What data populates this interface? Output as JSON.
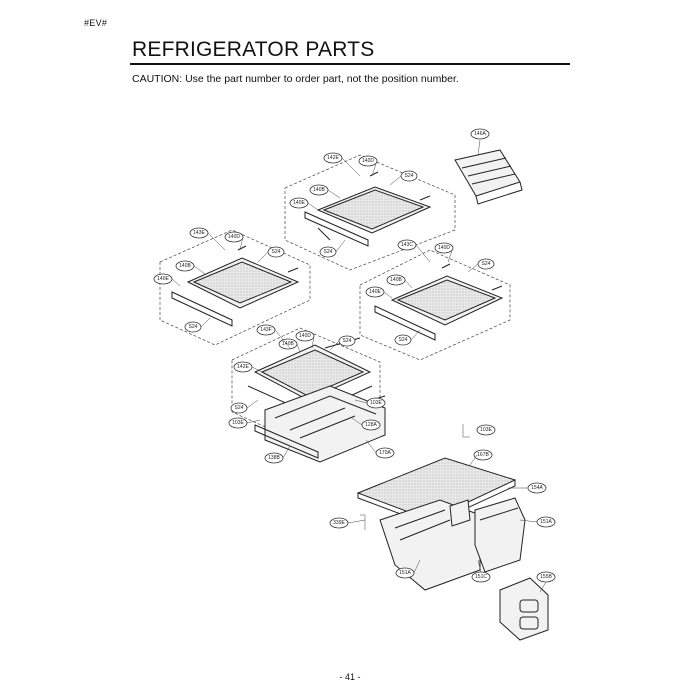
{
  "header_tag": "#EV#",
  "title": "REFRIGERATOR PARTS",
  "caution": "CAUTION: Use the part number to order part, not the position number.",
  "page_number": "- 41 -",
  "labels": {
    "l146a": "146A",
    "s1_142e": "142E",
    "s1_140d": "140D",
    "s1_s24a": "S24",
    "s1_140b": "140B",
    "s1_140e": "140E",
    "s1_s24b": "S24",
    "s2_143e": "143E",
    "s2_140d": "140D",
    "s2_s24a": "S24",
    "s2_140b": "140B",
    "s2_140e": "140E",
    "s2_s24b": "S24",
    "s3_143c": "143C",
    "s3_140d": "140D",
    "s3_s24a": "S24",
    "s3_140b": "140B",
    "s3_140e": "140E",
    "s3_s24b": "S24",
    "s4_143f": "143F",
    "s4_140d": "140D",
    "s4_140b": "140B",
    "s4_s24a": "S24",
    "s4_142e": "142E",
    "s4_s24b": "S24",
    "s4_103e": "103E",
    "s4_103e2": "103E",
    "l128a": "128A",
    "l138b": "138B",
    "l170a": "170A",
    "l103e3": "103E",
    "l167b": "167B",
    "l154a": "154A",
    "l151a1": "151A",
    "l339e": "339E",
    "l151a2": "151A",
    "l151c": "151C",
    "l155b": "155B"
  }
}
